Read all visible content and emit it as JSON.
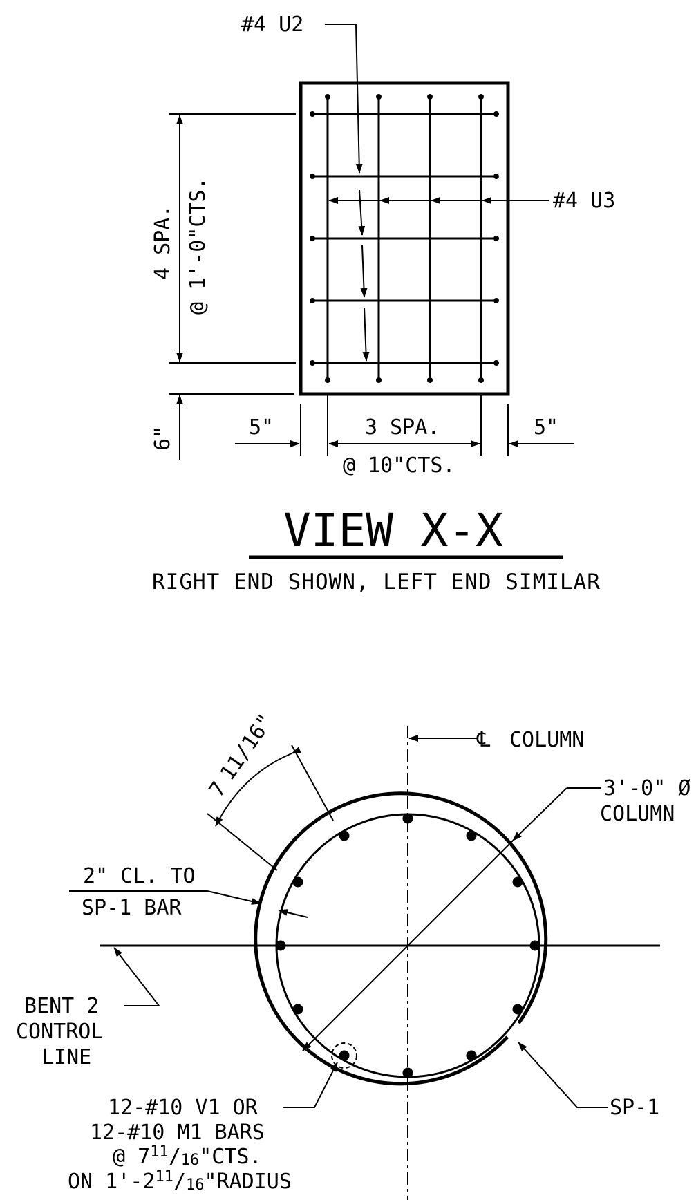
{
  "view_x": {
    "label_u2": "#4 U2",
    "label_u3": "#4 U3",
    "vert_dim_line1": "4 SPA.",
    "vert_dim_line2": "@ 1'-0\"CTS.",
    "bottom_dim_6": "6\"",
    "left_edge_dim": "5\"",
    "right_edge_dim": "5\"",
    "horiz_dim_line1": "3 SPA.",
    "horiz_dim_line2": "@ 10\"CTS.",
    "title": "VIEW X-X",
    "subtitle": "RIGHT END SHOWN, LEFT END SIMILAR"
  },
  "column_section": {
    "cl_symbol": "℄",
    "cl_label": "COLUMN",
    "diameter_line1": "3'-0\" Ø",
    "diameter_line2": "COLUMN",
    "arc_dim_whole": "7",
    "arc_dim_fraction": "11/16\"",
    "clearance_line1": "2\" CL. TO",
    "clearance_line2": "SP-1 BAR",
    "bent_line1": "BENT 2",
    "bent_line2": "CONTROL",
    "bent_line3": "LINE",
    "spiral_label": "SP-1",
    "bars_line1": "12-#10 V1 OR",
    "bars_line2": "12-#10 M1 BARS",
    "bars_line3_a": "@ 7",
    "bars_line3_b": "11",
    "bars_line3_c": "/",
    "bars_line3_d": "16",
    "bars_line3_e": "\"CTS.",
    "bars_line4_a": "ON 1'-2",
    "bars_line4_b": "11",
    "bars_line4_c": "/",
    "bars_line4_d": "16",
    "bars_line4_e": "\"RADIUS",
    "bar_count": 12
  }
}
